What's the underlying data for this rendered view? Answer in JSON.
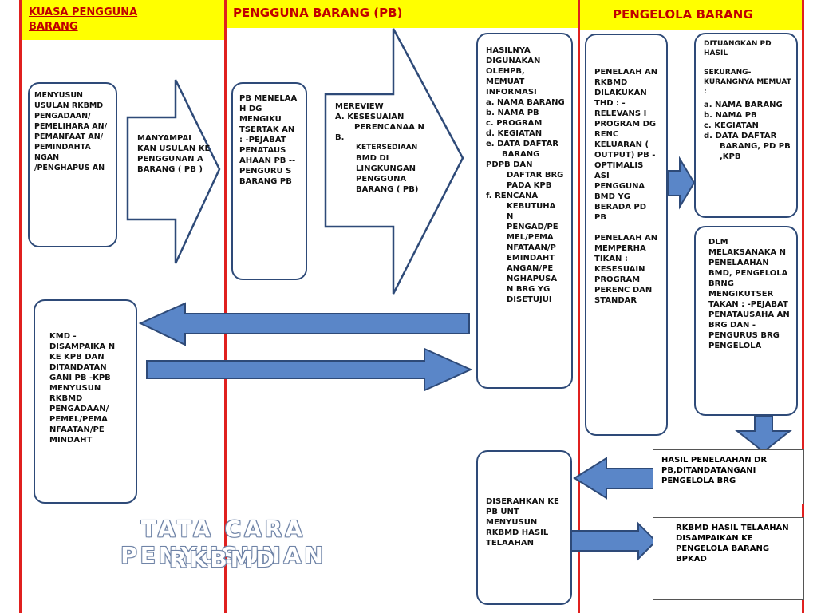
{
  "headers": {
    "kuasa": "KUASA PENGGUNA BARANG",
    "pengguna": "PENGGUNA BARANG (PB)",
    "pengelola": "PENGELOLA BARANG"
  },
  "boxes": {
    "menyusun": "MENYUSUN USULAN RKBMD PENGADAAN/ PEMELIHARA AN/ PEMANFAAT AN/ PEMINDAHTA NGAN /PENGHAPUS AN",
    "menyampaikan": "MANYAMPAI KAN USULAN KE PENGGUNAN A BARANG ( PB )",
    "pb_menelaah": "PB MENELAA H DG MENGIKU TSERTAK AN : -PEJABAT PENATAUS AHAAN PB -- PENGURU S BARANG PB",
    "mereview_title": "MEREVIEW",
    "mereview_a": "A.  KESESUAIAN PERENCANAA N",
    "mereview_b_label": "B.",
    "mereview_b": "KETERSEDIAAN",
    "mereview_b2": "BMD DI LINGKUNGAN PENGGUNA BARANG ( PB)",
    "hasilnya_intro": "HASILNYA DIGUNAKAN OLEHPB, MEMUAT INFORMASI",
    "hasilnya_items": [
      "a.   NAMA BARANG",
      "b.    NAMA PB",
      "c.    PROGRAM",
      "d.    KEGIATAN",
      "e.    DATA DAFTAR BARANG"
    ],
    "hasilnya_pdpb": "PDPB DAN DAFTAR BRG PADA KPB",
    "hasilnya_f": "f. RENCANA KEBUTUHA N PENGAD/PE MEL/PEMA NFATAAN/P EMINDAHT ANGAN/PE NGHAPUSA N BRG YG DISETUJUI",
    "penelaah": "PENELAAH AN RKBMD DILAKUKAN THD : -RELEVANS I PROGRAM DG RENC KELUARAN ( OUTPUT) PB - OPTIMALIS ASI PENGGUNA BMD YG BERADA PD PB",
    "penelaah2": "PENELAAH AN MEMPERHA TIKAN : KESESUAIN PROGRAM PERENC DAN STANDAR",
    "dituangkan_intro": "DITUANGKAN PD HASIL",
    "dituangkan_sub": "SEKURANG-KURANGNYA MEMUAT :",
    "dituangkan_items": [
      "a.    NAMA BARANG",
      "b.     NAMA PB",
      "c.    KEGIATAN",
      "d.     DATA DAFTAR BARANG, PD PB ,KPB"
    ],
    "dlm": "DLM MELAKSANAKA N PENELAAHAN BMD, PENGELOLA BRNG MENGIKUTSER TAKAN : -PEJABAT PENATAUSAHA AN BRG DAN -PENGURUS BRG PENGELOLA",
    "kmd": "KMD -DISAMPAIKA N KE KPB DAN DITANDATAN GANI PB -KPB MENYUSUN RKBMD PENGADAAN/ PEMEL/PEMA NFAATAN/PE MINDAHT",
    "diserahkan": "DISERAHKAN KE PB UNT MENYUSUN RKBMD HASIL TELAAHAN",
    "hasil_penelaahan": "HASIL PENELAAHAN DR PB,DITANDATANGANI PENGELOLA BRG",
    "rkbmd_hasil": "RKBMD HASIL TELAAHAN DISAMPAIKAN KE PENGELOLA BARANG BPKAD"
  },
  "title": {
    "line1": "TATA CARA PENYUSUNAN",
    "line2": "RKBMD"
  },
  "colors": {
    "header_bg": "#ffff00",
    "header_text": "#c00000",
    "column_border": "#e0201f",
    "box_border": "#2e4a78",
    "arrow_fill": "#5a86c8",
    "arrow_stroke": "#2e4a78"
  }
}
